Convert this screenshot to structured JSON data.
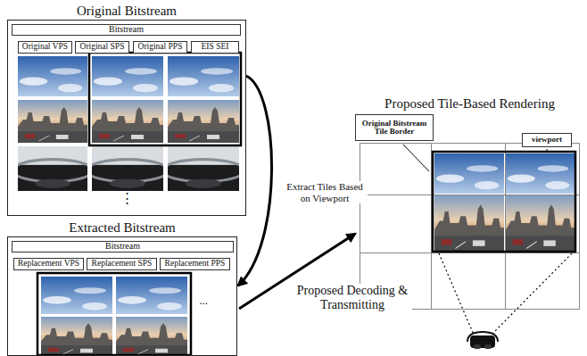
{
  "diagram": {
    "nodes": [
      {
        "text": [
          "Original Bitstream"
        ]
      },
      {
        "text": [
          "Bitstream"
        ],
        "in": 0
      },
      {
        "text": [
          "Original VPS"
        ],
        "in": 0
      },
      {
        "text": [
          "Original SPS"
        ],
        "in": 0
      },
      {
        "text": [
          "Original PPS"
        ],
        "in": 0
      },
      {
        "text": [
          "EIS SEI"
        ],
        "in": 0
      },
      {
        "text": [
          "Extracted Bitstream"
        ]
      },
      {
        "text": [
          "Bitstream"
        ],
        "in": 6
      },
      {
        "text": [
          "Replacement VPS"
        ],
        "in": 6
      },
      {
        "text": [
          "Replacement SPS"
        ],
        "in": 6
      },
      {
        "text": [
          "Replacement PPS"
        ],
        "in": 6
      },
      {
        "text": [
          "Proposed Tile-Based Rendering"
        ]
      },
      {
        "text": [
          "Original Bitstream Tile Border"
        ]
      },
      {
        "text": [
          "viewport"
        ]
      }
    ],
    "edges": [
      {
        "from": 0,
        "to": 6,
        "arrow": "to",
        "label": "Extract Tiles Based on Viewport"
      },
      {
        "from": 6,
        "to": 11,
        "arrow": "to",
        "label": "Proposed Decoding & Transmitting"
      }
    ],
    "labels": [
      "⋮",
      "..."
    ]
  }
}
